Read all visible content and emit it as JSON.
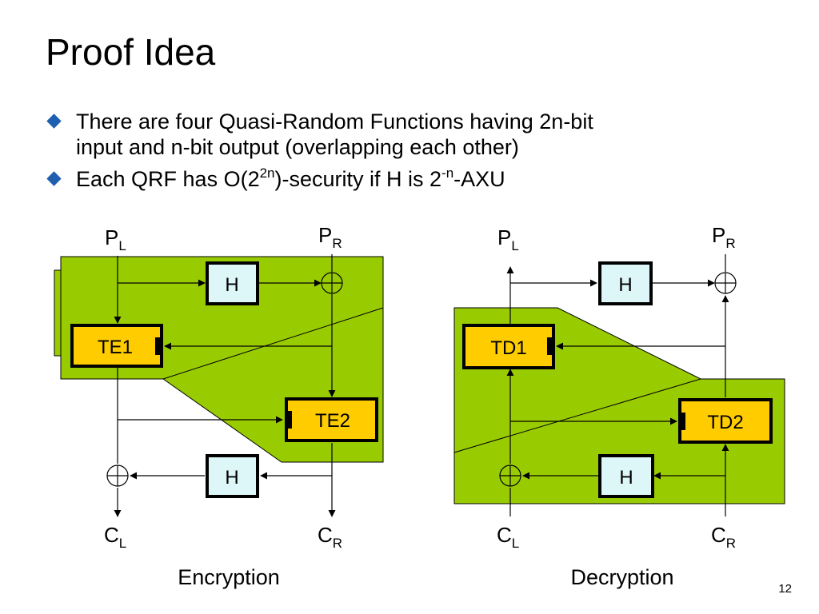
{
  "slide": {
    "title": "Proof Idea",
    "page_number": "12"
  },
  "bullets": {
    "b1_text": "There are four Quasi-Random Functions having 2n-bit",
    "b1_cont": "input and n-bit output (overlapping each other)",
    "b2_pre": "Each QRF has O(2",
    "b2_sup1": "2n",
    "b2_mid": ")-security if H is 2",
    "b2_sup2": "-n",
    "b2_post": "-AXU"
  },
  "encryption": {
    "caption": "Encryption",
    "pl_main": "P",
    "pl_sub": "L",
    "pr_main": "P",
    "pr_sub": "R",
    "cl_main": "C",
    "cl_sub": "L",
    "cr_main": "C",
    "cr_sub": "R",
    "h_top": "H",
    "h_bottom": "H",
    "te1": "TE1",
    "te2": "TE2"
  },
  "decryption": {
    "caption": "Decryption",
    "pl_main": "P",
    "pl_sub": "L",
    "pr_main": "P",
    "pr_sub": "R",
    "cl_main": "C",
    "cl_sub": "L",
    "cr_main": "C",
    "cr_sub": "R",
    "h_top": "H",
    "h_bottom": "H",
    "td1": "TD1",
    "td2": "TD2"
  },
  "colors": {
    "region_fill": "#99cc00",
    "h_box_fill": "#ddf6f8",
    "cipher_box_fill": "#ffcc00",
    "bullet": "#1f5fb0"
  }
}
